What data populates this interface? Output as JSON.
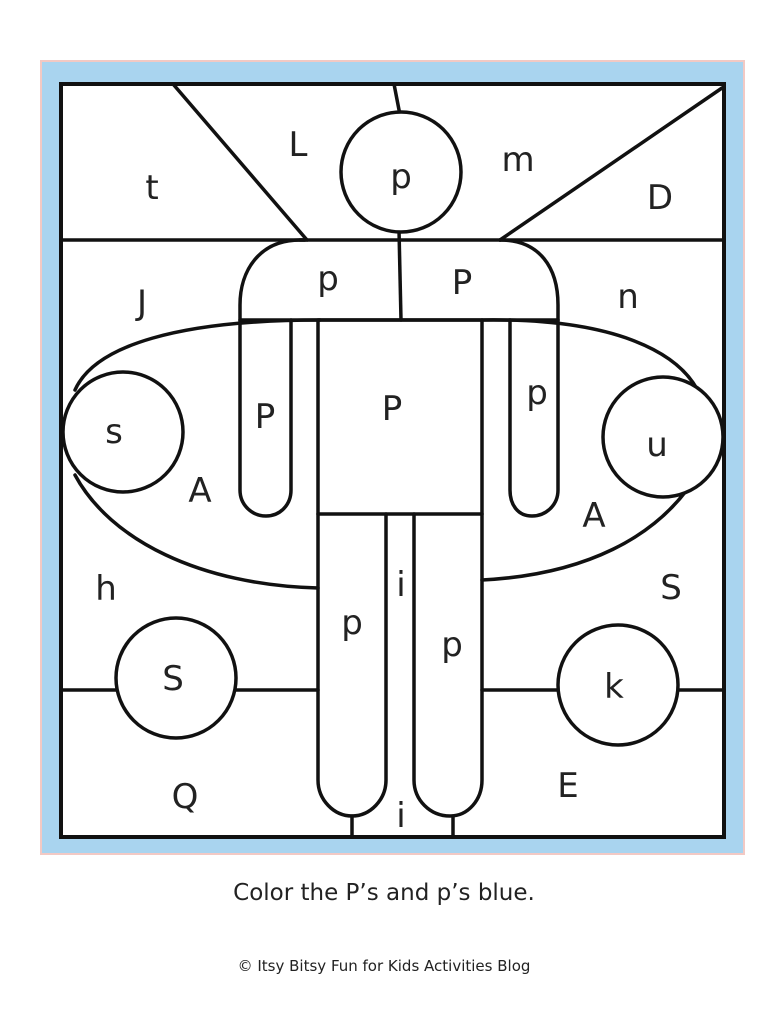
{
  "page": {
    "instruction": "Color the P’s and p’s blue.",
    "credit": "© Itsy Bitsy Fun for Kids Activities Blog"
  },
  "colors": {
    "frame_fill": "#a9d4ef",
    "frame_edge": "#f2c9c4",
    "stroke": "#111111"
  },
  "letters": {
    "t": "t",
    "L": "L",
    "head_p": "p",
    "m": "m",
    "D": "D",
    "J": "J",
    "shoulder_left_p": "p",
    "shoulder_right_p": "P",
    "n": "n",
    "left_hand": "s",
    "left_arm_p": "P",
    "torso_p": "P",
    "right_arm_p": "p",
    "right_hand": "u",
    "A_left": "A",
    "A_right": "A",
    "h": "h",
    "S_right": "S",
    "left_leg_p": "p",
    "gap_i_top": "i",
    "right_leg_p": "p",
    "left_ball": "S",
    "right_ball": "k",
    "Q": "Q",
    "E": "E",
    "gap_i_bottom": "i"
  }
}
